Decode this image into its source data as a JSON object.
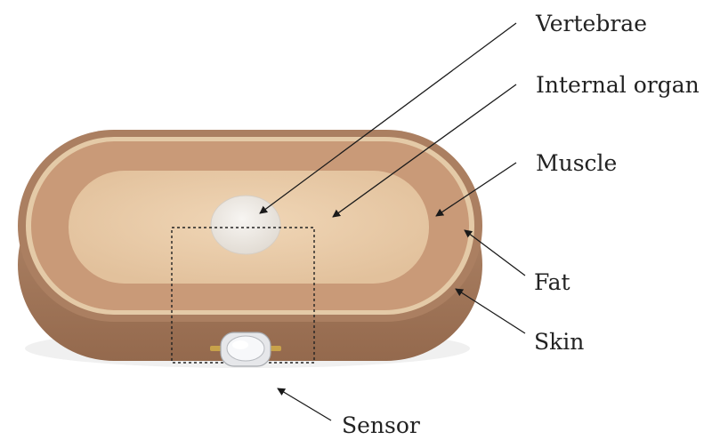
{
  "labels": {
    "vertebrae": "Vertebrae",
    "internal_organ": "Internal organ",
    "muscle": "Muscle",
    "fat": "Fat",
    "skin": "Skin",
    "sensor": "Sensor"
  },
  "colors": {
    "skin": "#a87c5e",
    "fat": "#e2c8a4",
    "muscle": "#c89a78",
    "internal_organ": "#e7c9a4",
    "vertebrae": "#eeeae5",
    "arrow": "#1a1a1a"
  }
}
